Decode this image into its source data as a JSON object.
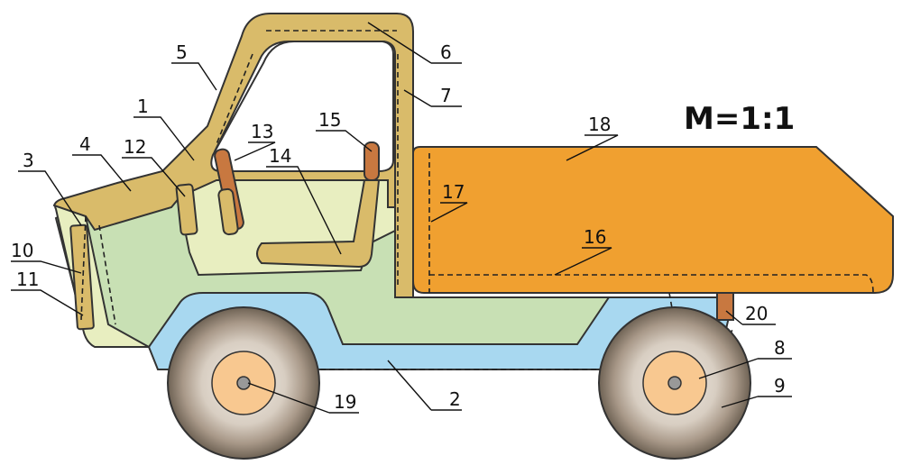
{
  "scale_label": "M=1:1",
  "colors": {
    "body_green": "#c8e0b4",
    "cabin_light": "#e8eec0",
    "frame_tan": "#d9bb6a",
    "chassis_blue": "#a8d8f0",
    "truck_bed": "#f0a030",
    "tire_dark": "#8a7c6c",
    "hub": "#f8c890",
    "axle": "#999999",
    "seat_rust": "#c87840",
    "outline": "#333333"
  },
  "parts": [
    {
      "number": "1"
    },
    {
      "number": "2"
    },
    {
      "number": "3"
    },
    {
      "number": "4"
    },
    {
      "number": "5"
    },
    {
      "number": "6"
    },
    {
      "number": "7"
    },
    {
      "number": "8"
    },
    {
      "number": "9"
    },
    {
      "number": "10"
    },
    {
      "number": "11"
    },
    {
      "number": "12"
    },
    {
      "number": "13"
    },
    {
      "number": "14"
    },
    {
      "number": "15"
    },
    {
      "number": "16"
    },
    {
      "number": "17"
    },
    {
      "number": "18"
    },
    {
      "number": "19"
    },
    {
      "number": "20"
    }
  ]
}
